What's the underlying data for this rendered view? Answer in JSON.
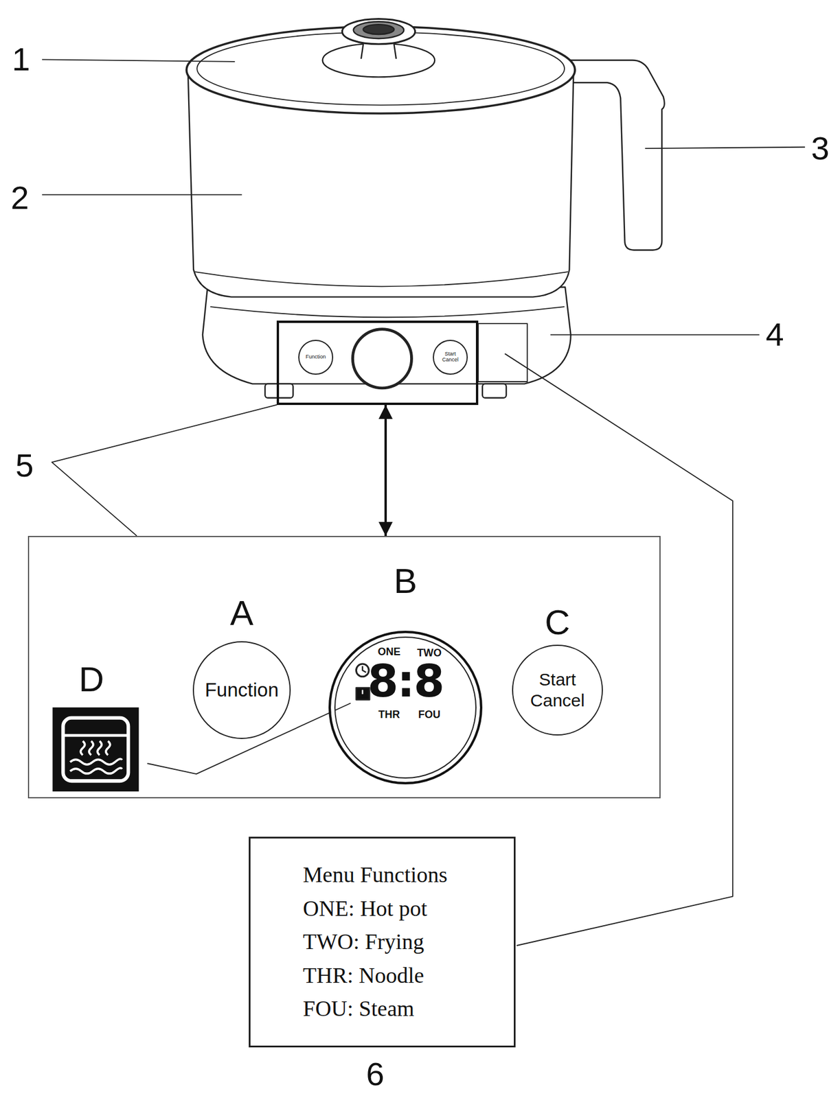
{
  "diagram": {
    "nodes": [
      {
        "text": []
      },
      {
        "text": [
          "Function"
        ],
        "in": 0
      },
      {
        "text": [
          "Start Cancel"
        ],
        "in": 0
      },
      {
        "text": []
      },
      {
        "text": [
          "A",
          "Function"
        ],
        "in": 3
      },
      {
        "text": [
          "B",
          "ONE",
          "TWO",
          "8:8",
          "THR",
          "FOU"
        ],
        "in": 3
      },
      {
        "text": [
          "C",
          "Start Cancel"
        ],
        "in": 3
      },
      {
        "text": [
          "Menu Functions",
          "ONE: Hot pot",
          "TWO: Frying",
          "THR: Noodle",
          "FOU: Steam"
        ]
      }
    ],
    "edges": [
      {
        "from": 0,
        "to": 3,
        "arrow": "both"
      }
    ],
    "labels": [
      "1",
      "2",
      "3",
      "4",
      "5",
      "D",
      "6"
    ]
  }
}
